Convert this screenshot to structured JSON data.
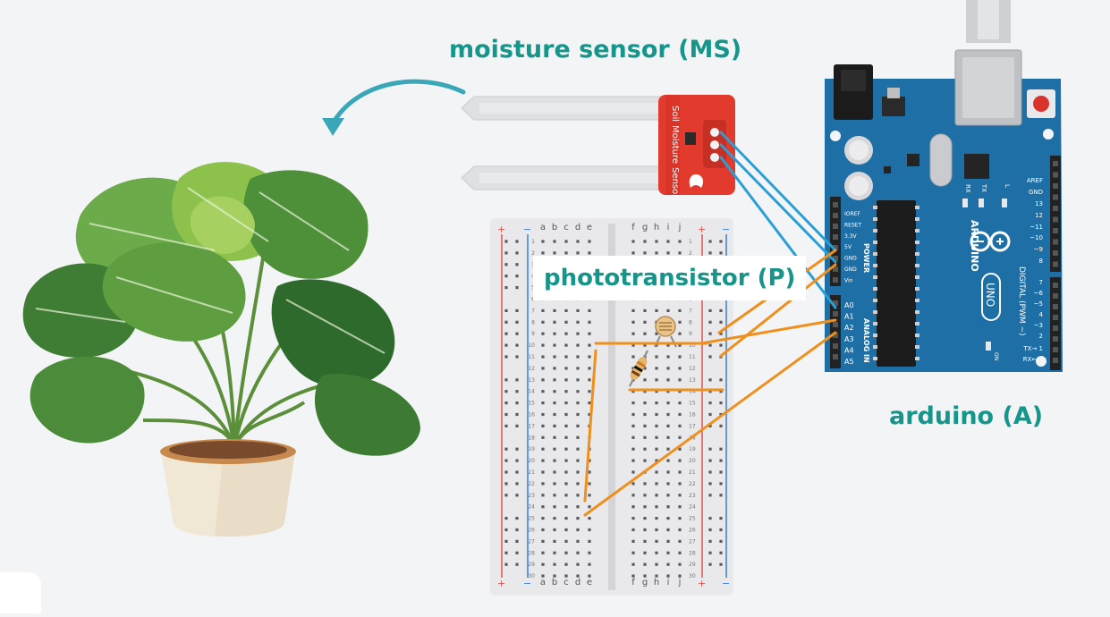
{
  "labels": {
    "moisture_sensor": "moisture sensor (MS)",
    "phototransistor": "phototransistor (P)",
    "arduino": "arduino (A)"
  },
  "sensor_text": {
    "line1": "Soil",
    "line2": "Moisture",
    "line3": "Sensor"
  },
  "breadboard": {
    "column_letters_left": [
      "a",
      "b",
      "c",
      "d",
      "e"
    ],
    "column_letters_right": [
      "f",
      "g",
      "h",
      "i",
      "j"
    ],
    "rows": 30,
    "rail_plus": "+",
    "rail_minus": "−"
  },
  "arduino": {
    "power_pins": [
      "IOREF",
      "RESET",
      "3.3V",
      "5V",
      "GND",
      "GND",
      "Vin"
    ],
    "power_label": "POWER",
    "analog_pins": [
      "A0",
      "A1",
      "A2",
      "A3",
      "A4",
      "A5"
    ],
    "analog_label": "ANALOG IN",
    "digital_pins": [
      "AREF",
      "GND",
      "13",
      "12",
      "~11",
      "~10",
      "~9",
      "8",
      "7",
      "~6",
      "~5",
      "4",
      "~3",
      "2",
      "TX→ 1",
      "RX← 0"
    ],
    "digital_label": "DIGITAL (PWM ~)",
    "brand": "ARDUINO",
    "model": "UNO",
    "tx": "TX",
    "rx": "RX",
    "l": "L",
    "on": "ON"
  },
  "colors": {
    "teal_label": "#16968a",
    "arrow": "#3aa7b8",
    "wire_blue": "#2a9fd6",
    "wire_orange": "#ef8f1c",
    "arduino_board": "#1f6fa7",
    "sensor_red": "#e23b2e",
    "breadboard": "#e9e9ec",
    "rail_red": "#d9534f",
    "rail_blue": "#3b7dd8"
  }
}
